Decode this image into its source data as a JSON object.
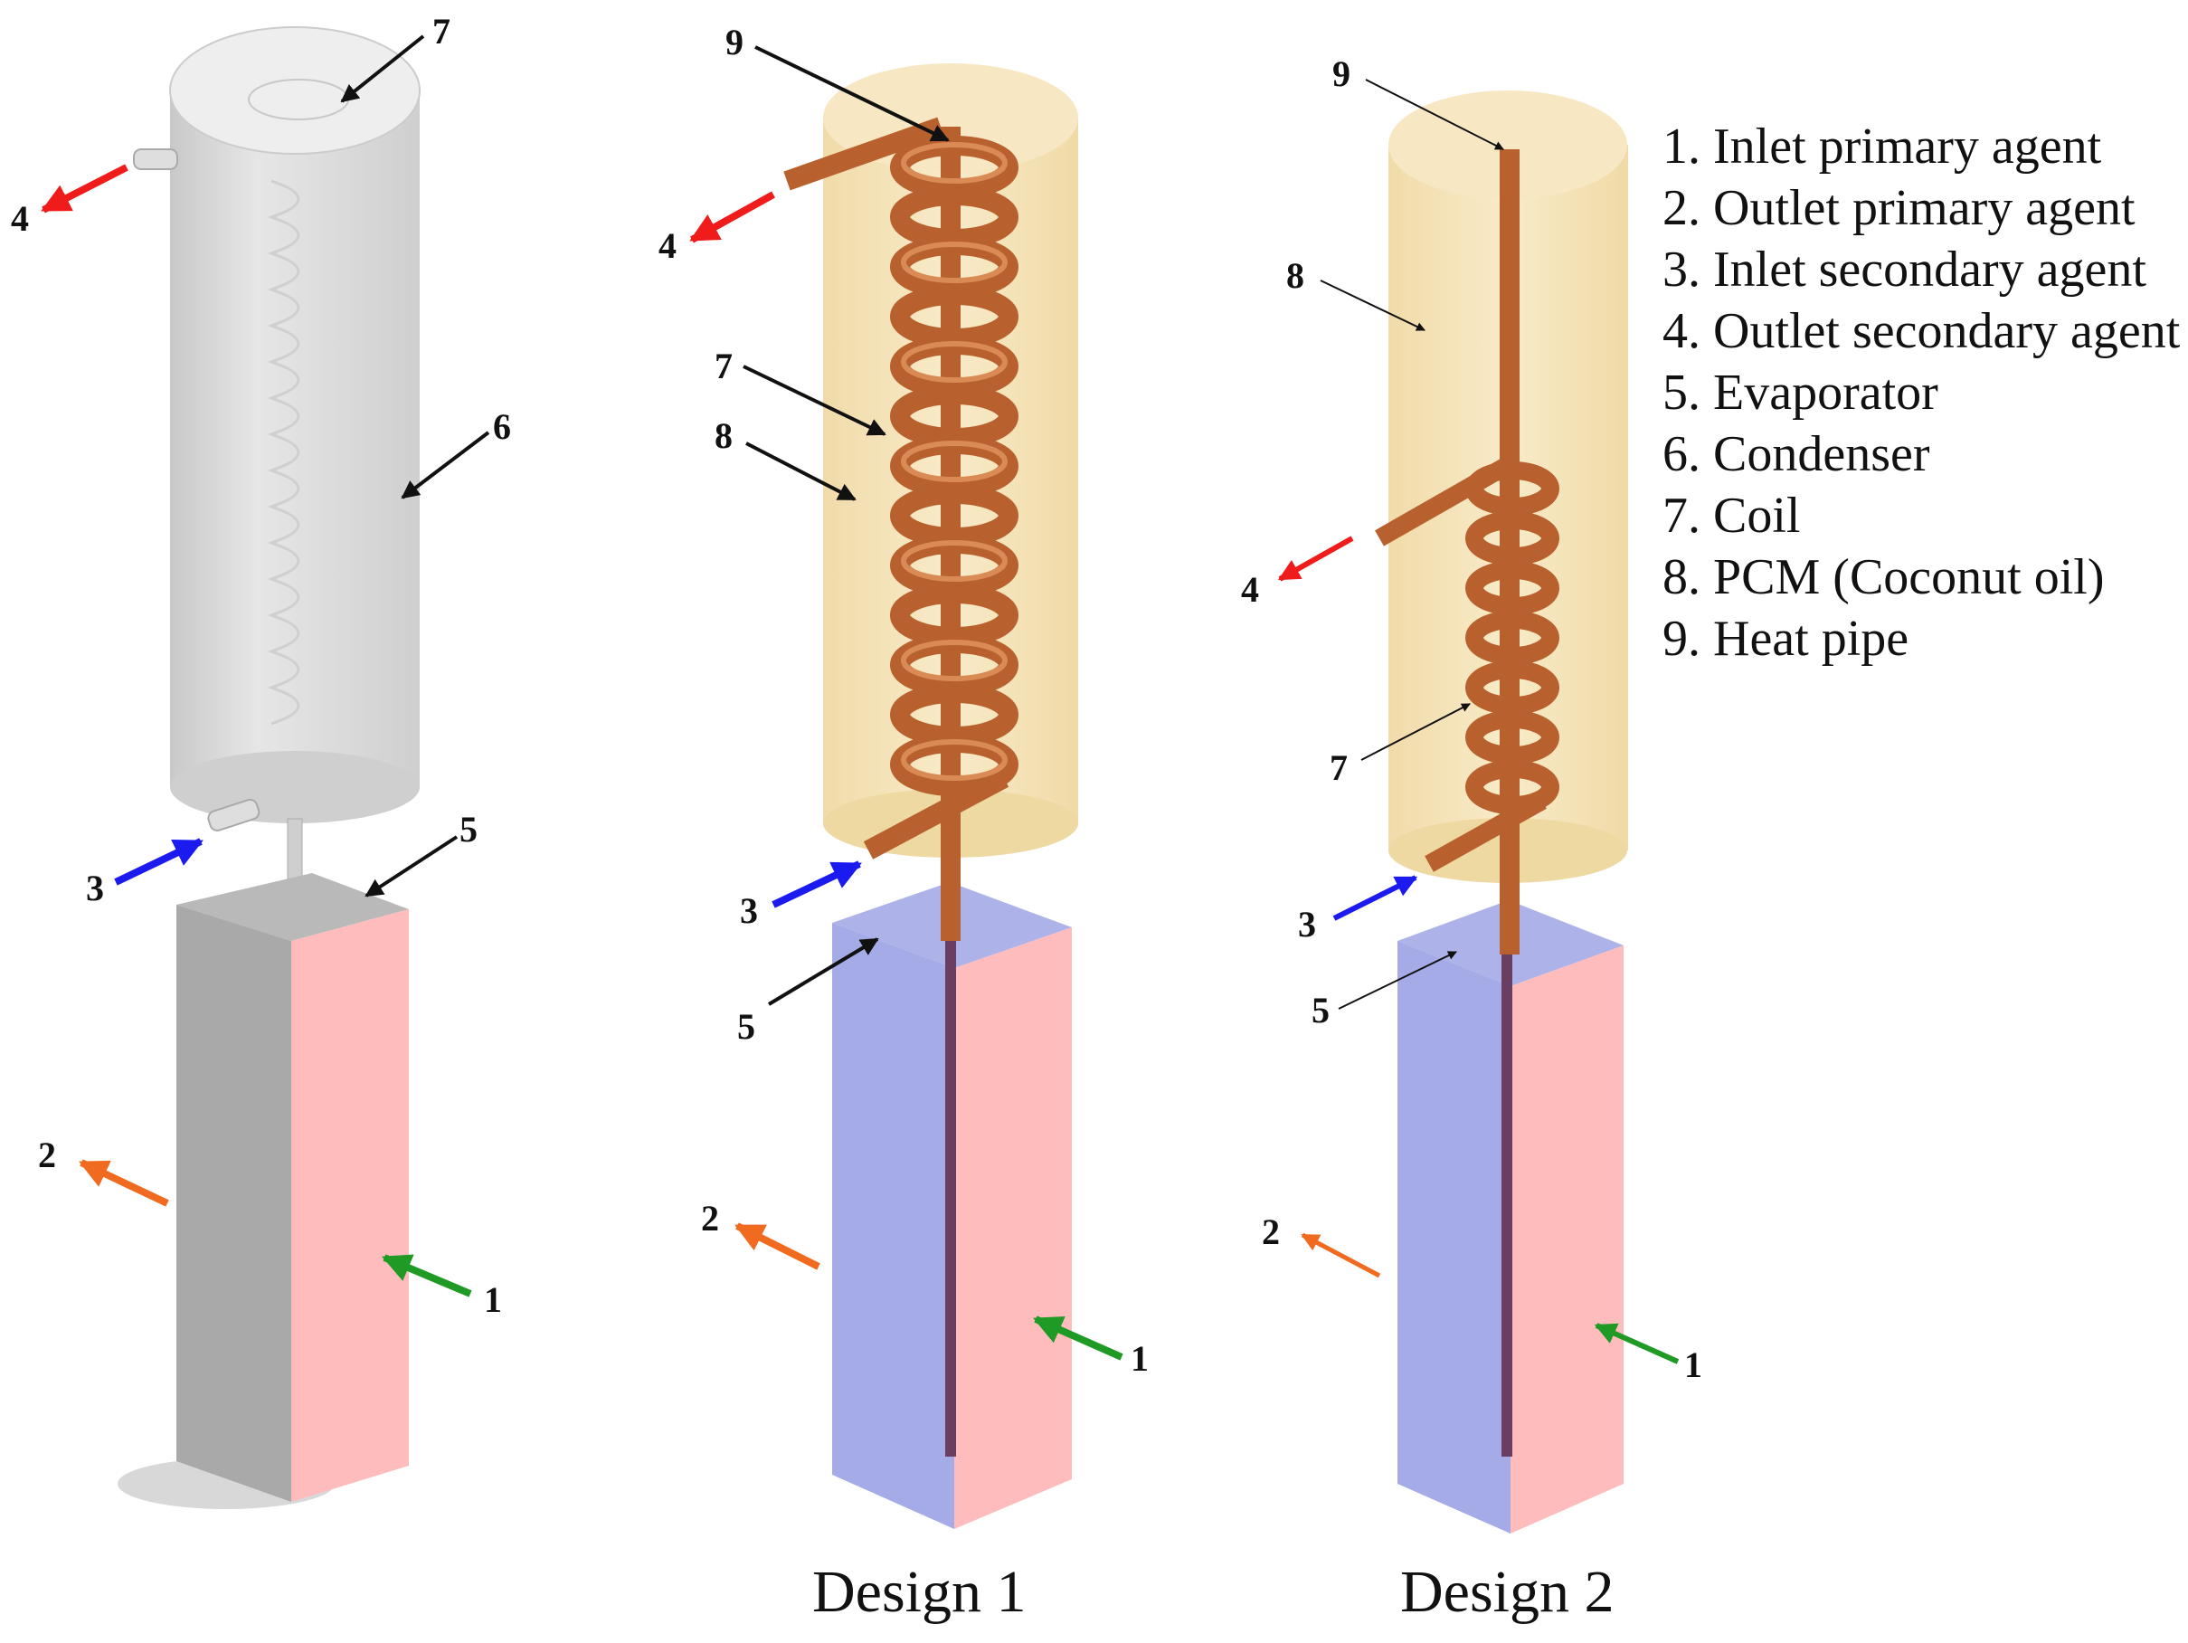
{
  "legend": [
    "1. Inlet primary agent",
    "2. Outlet primary agent",
    "3. Inlet secondary agent",
    "4. Outlet secondary agent",
    "5. Evaporator",
    "6. Condenser",
    "7. Coil",
    "8. PCM (Coconut oil)",
    "9. Heat pipe"
  ],
  "captions": {
    "design1": "Design 1",
    "design2": "Design 2"
  },
  "callouts": {
    "c1": "1",
    "c2": "2",
    "c3": "3",
    "c4": "4",
    "c5": "5",
    "c6": "6",
    "c7": "7",
    "c8": "8",
    "c9": "9"
  },
  "colors": {
    "condenser": "#dcdcdc",
    "evaporator_gray": "#a9a9a9",
    "evaporator_pink": "#ffbcbc",
    "evaporator_blue": "#a4abe6",
    "pcm": "#f5e3b5",
    "coil": "#b8612e",
    "heat_pipe": "#6a3d63",
    "arrow_primary_in": "#1f9a25",
    "arrow_primary_out": "#f06a1f",
    "arrow_secondary_in": "#1b1bf0",
    "arrow_secondary_out": "#f01b1b"
  }
}
